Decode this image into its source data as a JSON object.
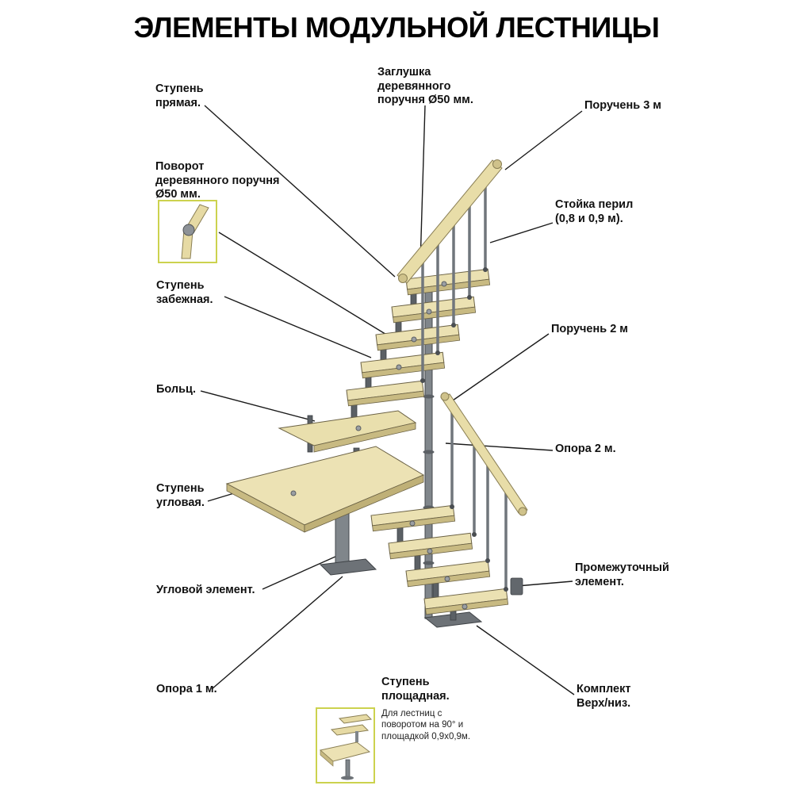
{
  "title": "ЭЛЕМЕНТЫ МОДУЛЬНОЙ ЛЕСТНИЦЫ",
  "callouts": {
    "straight_step": "Ступень\nпрямая.",
    "handrail_plug": "Заглушка\nдеревянного\nпоручня Ø50 мм.",
    "handrail_3m": "Поручень 3 м",
    "handrail_turn": "Поворот\nдеревянного поручня\nØ50 мм.",
    "railing_post": "Стойка перил\n(0,8 и 0,9 м).",
    "winder_step": "Ступень\nзабежная.",
    "handrail_2m": "Поручень 2 м",
    "bolts": "Больц.",
    "support_2m": "Опора 2 м.",
    "corner_step": "Ступень\nугловая.",
    "intermediate_element": "Промежуточный\nэлемент.",
    "corner_element": "Угловой элемент.",
    "support_1m": "Опора 1 м.",
    "kit_top_bottom": "Комплект\nВерх/низ.",
    "landing_step": "Ступень\nплощадная.",
    "landing_step_note": "Для лестниц с\nповоротом на 90° и\nплощадкой 0,9х0,9м."
  },
  "colors": {
    "background": "#ffffff",
    "text": "#111111",
    "wood_top": "#ebe1b2",
    "wood_edge": "#c8ba82",
    "metal": "#80868b",
    "metal_dark": "#44484c",
    "inset_border": "#ccd24e",
    "leader_line": "#1a1a1a"
  }
}
